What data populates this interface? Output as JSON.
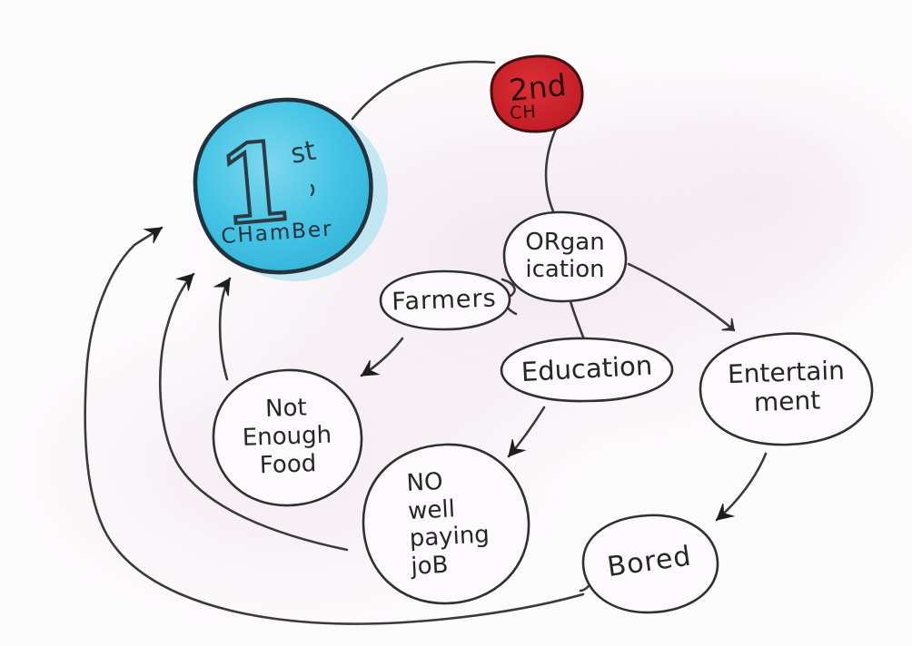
{
  "meta": {
    "description": "Hand-drawn mind map of chambers and life problems"
  },
  "colors": {
    "ink": "#3a3a3a",
    "chamber1_fill": "#3fc0e2",
    "chamber1_outline": "#21333d",
    "chamber2_fill": "#c8212a",
    "chamber2_outline": "#431013",
    "paper_tint": "#f2e7f0"
  },
  "nodes": {
    "chamber1": {
      "number": "1",
      "ordinal": "st",
      "label": "CHamBer"
    },
    "chamber2": {
      "label": "2nd",
      "sublabel": "CH"
    },
    "organization": {
      "label": "ORgan\nication"
    },
    "farmers": {
      "label": "Farmers"
    },
    "education": {
      "label": "Education"
    },
    "entertainment": {
      "label": "Entertain\nment"
    },
    "not_enough_food": {
      "label": "Not\nEnough\nFood"
    },
    "no_well_paying_job": {
      "label": "NO\nwell\npaying\njoB"
    },
    "bored": {
      "label": "Bored"
    }
  },
  "edges": [
    {
      "from": "1st-chamber",
      "to": "2nd-chamber",
      "arrow": false
    },
    {
      "from": "2nd-chamber",
      "to": "organization",
      "arrow": false
    },
    {
      "from": "organization",
      "to": "farmers",
      "arrow": false
    },
    {
      "from": "organization",
      "to": "education",
      "arrow": false
    },
    {
      "from": "organization",
      "to": "entertainment",
      "arrow": true
    },
    {
      "from": "farmers",
      "to": "not-enough-food",
      "arrow": true
    },
    {
      "from": "education",
      "to": "no-well-paying-job",
      "arrow": true
    },
    {
      "from": "entertainment",
      "to": "bored",
      "arrow": true
    },
    {
      "from": "not-enough-food",
      "to": "1st-chamber",
      "arrow": true
    },
    {
      "from": "no-well-paying-job",
      "to": "1st-chamber",
      "arrow": true
    },
    {
      "from": "bored",
      "to": "1st-chamber",
      "arrow": true
    }
  ]
}
